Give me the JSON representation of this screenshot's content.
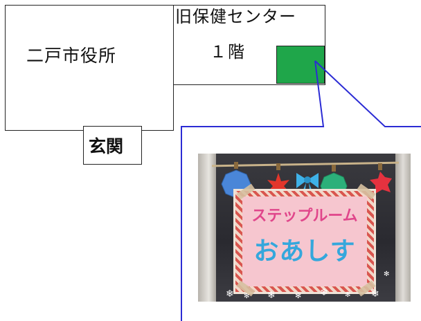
{
  "map": {
    "city_hall_label": "二戸市役所",
    "old_center_title": "旧保健センター",
    "floor_label": "１階",
    "entrance_label": "玄関"
  },
  "colors": {
    "marker": "#1fa64a",
    "callout_line": "#2b2bd4",
    "sign_pink": "#f6c6cf"
  },
  "photo": {
    "sign_line1": "ステップルーム",
    "sign_line2": "おあしす"
  }
}
